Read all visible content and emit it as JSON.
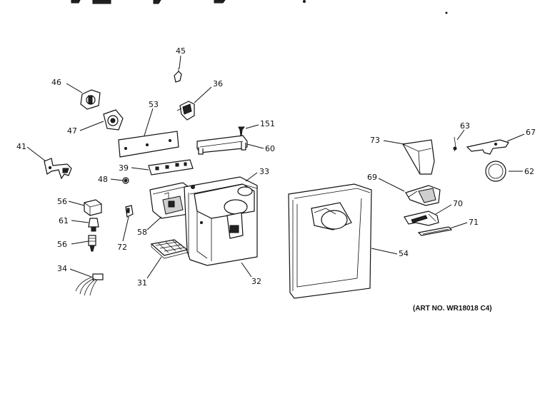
{
  "art_number": "(ART NO. WR18018 C4)",
  "callouts": {
    "c45": "45",
    "c46": "46",
    "c36": "36",
    "c53": "53",
    "c47": "47",
    "c151": "151",
    "c41": "41",
    "c60": "60",
    "c39": "39",
    "c33": "33",
    "c48": "48",
    "c56a": "56",
    "c61": "61",
    "c58": "58",
    "c72": "72",
    "c56b": "56",
    "c34": "34",
    "c31": "31",
    "c32": "32",
    "c54": "54",
    "c73": "73",
    "c63": "63",
    "c67": "67",
    "c62": "62",
    "c69": "69",
    "c70": "70",
    "c71": "71"
  }
}
